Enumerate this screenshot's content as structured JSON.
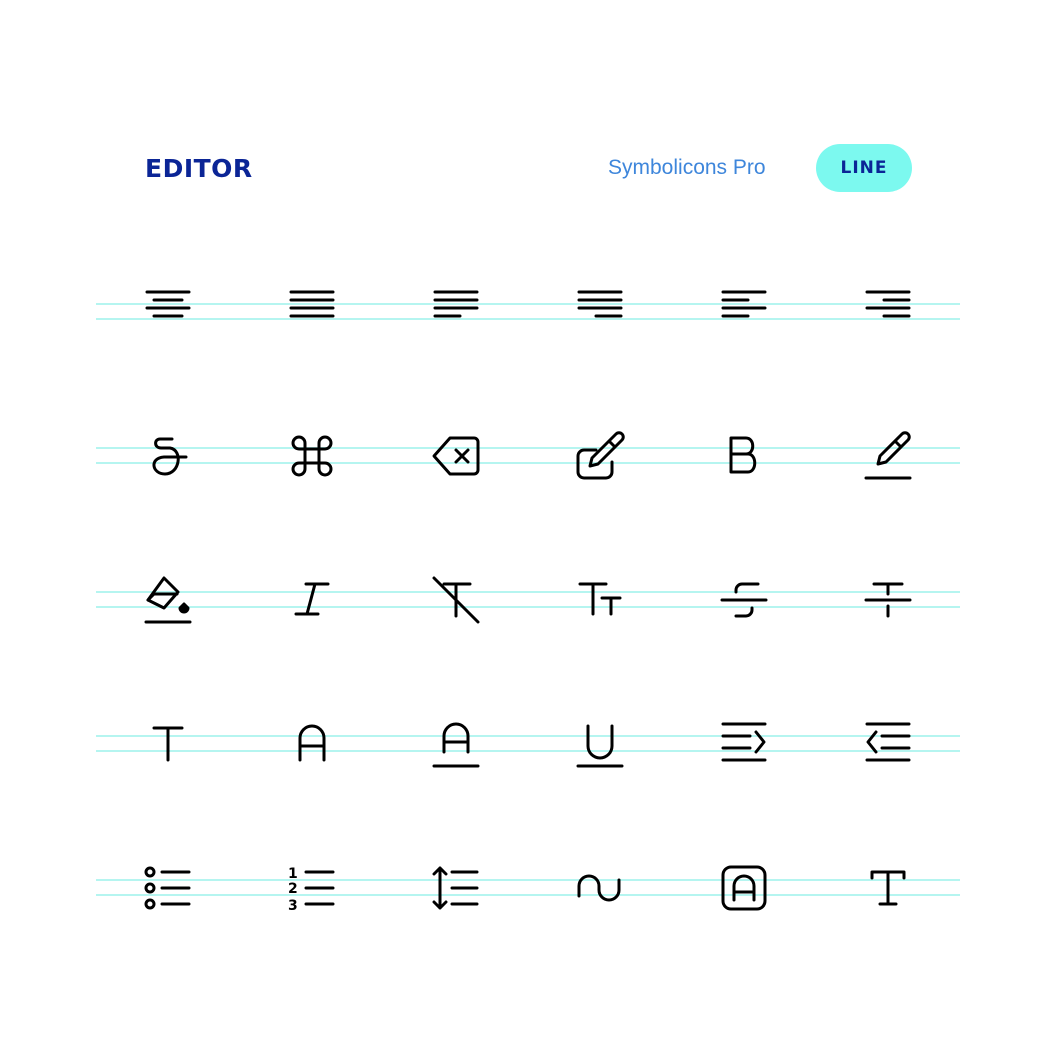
{
  "header": {
    "title": "EDITOR",
    "brand": "Symbolicons Pro",
    "badge": "LINE"
  },
  "colors": {
    "title": "#0b2596",
    "brand": "#3e86db",
    "badge_bg": "#7cf9ef",
    "guide_lines": "#b5f5f0",
    "icon_stroke": "#000000"
  },
  "icons": [
    [
      "align-center-icon",
      "justify-icon",
      "justify-left-icon",
      "justify-right-icon",
      "align-left-icon",
      "align-right-icon"
    ],
    [
      "ampersand-icon",
      "command-icon",
      "backspace-icon",
      "edit-square-icon",
      "bold-icon",
      "pencil-underline-icon"
    ],
    [
      "fill-color-icon",
      "italic-icon",
      "clear-format-icon",
      "text-size-icon",
      "strikethrough-s-icon",
      "strikethrough-t-icon"
    ],
    [
      "text-t-icon",
      "letter-a-icon",
      "font-color-icon",
      "underline-icon",
      "indent-icon",
      "outdent-icon"
    ],
    [
      "bullet-list-icon",
      "numbered-list-icon",
      "line-spacing-icon",
      "tilde-icon",
      "font-box-icon",
      "text-cursor-icon"
    ]
  ],
  "numbered_list_digits": [
    "1",
    "2",
    "3"
  ],
  "font_box_letter": "A"
}
